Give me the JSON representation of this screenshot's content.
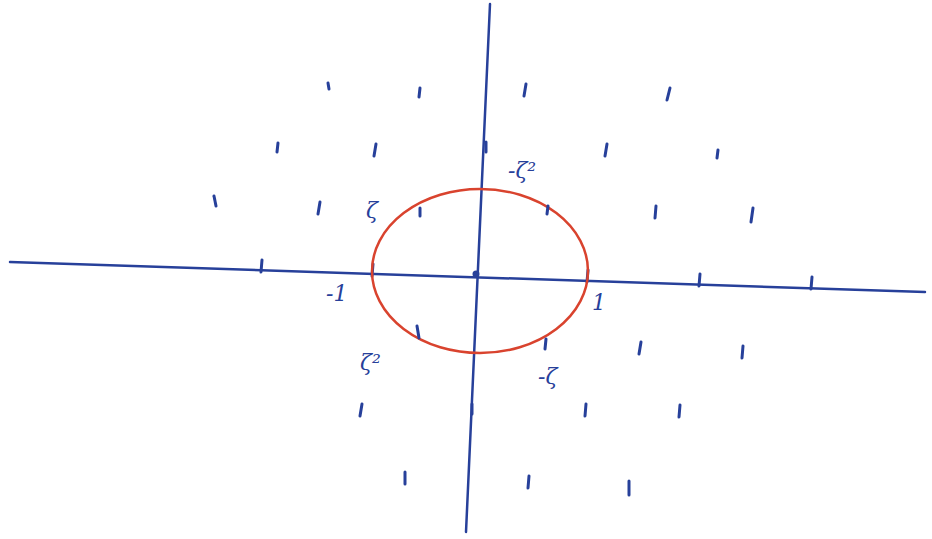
{
  "diagram": {
    "labels": [
      "-ζ²",
      "ζ",
      "-1",
      "ζ²",
      "-ζ",
      "1"
    ]
  }
}
